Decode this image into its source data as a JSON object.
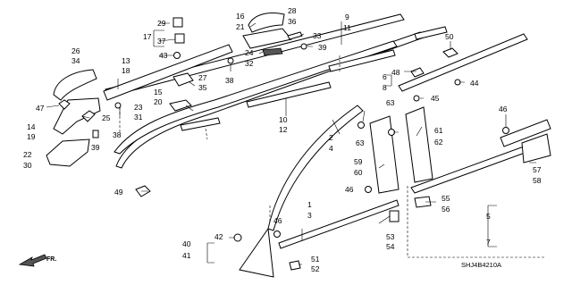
{
  "diagram": {
    "code": "SHJ4B4210A",
    "direction": "FR.",
    "callouts": {
      "c29": "29",
      "c17": "17",
      "c37": "37",
      "c43": "43",
      "c26": "26",
      "c34": "34",
      "c13": "13",
      "c18": "18",
      "c47": "47",
      "c14": "14",
      "c19": "19",
      "c25": "25",
      "c39a": "39",
      "c22": "22",
      "c30": "30",
      "c27": "27",
      "c35": "35",
      "c15": "15",
      "c20": "20",
      "c23": "23",
      "c31": "31",
      "c38a": "38",
      "c38b": "38",
      "c16": "16",
      "c21": "21",
      "c28": "28",
      "c36": "36",
      "c33": "33",
      "c39b": "39",
      "c24": "24",
      "c32": "32",
      "c9": "9",
      "c11": "11",
      "c10": "10",
      "c12": "12",
      "c50": "50",
      "c48": "48",
      "c6": "6",
      "c8": "8",
      "c44": "44",
      "c45": "45",
      "c63a": "63",
      "c63b": "63",
      "c2": "2",
      "c4": "4",
      "c59": "59",
      "c60": "60",
      "c61": "61",
      "c62": "62",
      "c46a": "46",
      "c46b": "46",
      "c46c": "46",
      "c57": "57",
      "c58": "58",
      "c49": "49",
      "c1": "1",
      "c3": "3",
      "c55": "55",
      "c56": "56",
      "c5": "5",
      "c7": "7",
      "c53": "53",
      "c54": "54",
      "c40": "40",
      "c41": "41",
      "c42": "42",
      "c51": "51",
      "c52": "52"
    }
  }
}
